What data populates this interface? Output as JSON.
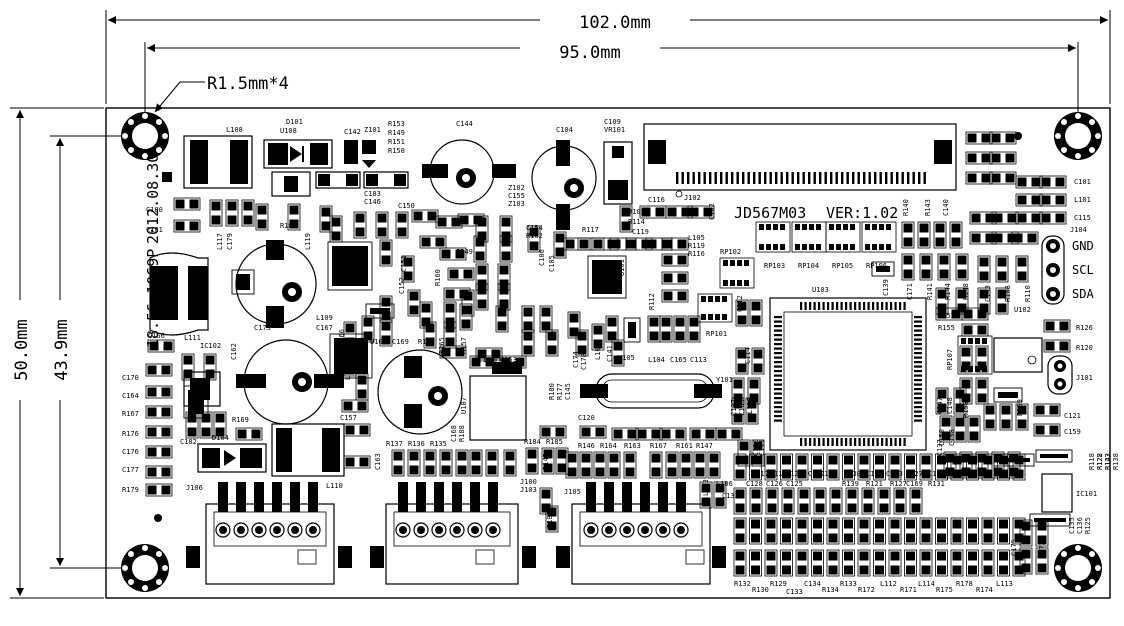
{
  "dimensions": {
    "width_total": "102.0mm",
    "width_holes": "95.0mm",
    "hole_radius": "R1.5mm*4",
    "height_total": "50.0mm",
    "height_holes": "43.9mm"
  },
  "board": {
    "model": "JD567M03",
    "version": "VER:1.02",
    "part_number": "18.56.1069P",
    "date": "2012.08.30"
  },
  "pins": {
    "gnd": "GND",
    "scl": "SCL",
    "sda": "SDA"
  },
  "components": {
    "L108": "L108",
    "D101": "D101",
    "U108": "U108",
    "C142": "C142",
    "Z101": "Z101",
    "R153": "R153",
    "R149": "R149",
    "R151": "R151",
    "R150": "R150",
    "C144": "C144",
    "C104": "C104",
    "C109": "C109",
    "VR101": "VR101",
    "C180": "C180",
    "C181": "C181",
    "R182": "R182",
    "C183": "C183",
    "C146": "C146",
    "C150": "C150",
    "Z102": "Z102",
    "C155": "C155",
    "Z103": "Z103",
    "C116": "C116",
    "C102": "C102",
    "J102": "J102",
    "C154": "C154",
    "R162": "R162",
    "R105": "R105",
    "R114": "R114",
    "R117": "R117",
    "C119": "C119",
    "L105": "L105",
    "R119": "R119",
    "R116": "R116",
    "RP102": "RP102",
    "RP103": "RP103",
    "RP104": "RP104",
    "RP105": "RP105",
    "RP106": "RP106",
    "R140": "R140",
    "R143": "R143",
    "C140": "C140",
    "C101": "C101",
    "L101": "L101",
    "C115": "C115",
    "J104": "J104",
    "U103": "U103",
    "C139": "C139",
    "C171": "C171",
    "R141": "R141",
    "R144": "R144",
    "R148": "R148",
    "C143": "C143",
    "R108": "R108",
    "R110": "R110",
    "L111": "L111",
    "C173": "C173",
    "C167": "C167",
    "L109": "L109",
    "C166": "C166",
    "IC102": "IC102",
    "C162": "C162",
    "R166": "R166",
    "U106": "U106",
    "C169": "C169",
    "C170": "C170",
    "R170": "R170",
    "C164": "C164",
    "R167": "R167",
    "R176": "R176",
    "C176": "C176",
    "C177": "C177",
    "R179": "R179",
    "C182": "C182",
    "D104": "D104",
    "R169": "R169",
    "L116": "L116",
    "C157": "C157",
    "R165": "R165",
    "R157": "R157",
    "C160": "C160",
    "C153": "C153",
    "C178": "C178",
    "L102": "L102",
    "C141": "C141",
    "C174": "C174",
    "U105": "U105",
    "L104": "L104",
    "C165": "C165",
    "C113": "C113",
    "R112": "R112",
    "RP101": "RP101",
    "C112": "C112",
    "C114": "C114",
    "R152": "R152",
    "R155": "R155",
    "RP107": "RP107",
    "U102": "U102",
    "R126": "R126",
    "R120": "R120",
    "J101": "J101",
    "C147": "C147",
    "C148": "C148",
    "R158": "R158",
    "R159": "R159",
    "C121": "C121",
    "C159": "C159",
    "C150b": "C150",
    "C158": "C158",
    "Y101": "Y101",
    "C107": "C107",
    "C103": "C103",
    "L118": "L118",
    "C120": "C120",
    "R146": "R146",
    "R164": "R164",
    "R163": "R163",
    "R167b": "R167",
    "R161": "R161",
    "R147": "R147",
    "R180": "R180",
    "R177": "R177",
    "C145": "C145",
    "U107": "U107",
    "R137": "R137",
    "R136": "R136",
    "R135": "R135",
    "C168": "C168",
    "R188": "R188",
    "R184": "R184",
    "R185": "R185",
    "C163": "C163",
    "J106": "J106",
    "L110": "L110",
    "J103": "J103",
    "J100": "J100",
    "J105": "J105",
    "R145": "R145",
    "R186": "R186",
    "L103": "L103",
    "L106": "L106",
    "C132": "C132",
    "C110": "C110",
    "C111": "C111",
    "C117": "C117",
    "C118": "C118",
    "C124": "C124",
    "C131": "C131",
    "C130": "C130",
    "C138": "C138",
    "C122": "C122",
    "C123": "C123",
    "C127": "C127",
    "C129": "C129",
    "C128": "C128",
    "C126": "C126",
    "C125": "C125",
    "R139": "R139",
    "R121": "R121",
    "R127": "R127",
    "C169b": "C169",
    "R131": "R131",
    "C137": "C137",
    "R128": "R128",
    "R142": "R142",
    "R138": "R138",
    "IC101": "IC101",
    "R118": "R118",
    "R122": "R122",
    "R123": "R123",
    "C175": "C175",
    "R173": "R173",
    "R132": "R132",
    "R130": "R130",
    "R129": "R129",
    "C133": "C133",
    "C134": "C134",
    "R134": "R134",
    "R133": "R133",
    "R172": "R172",
    "L112": "L112",
    "R171": "R171",
    "L114": "L114",
    "R175": "R175",
    "R178": "R178",
    "R174": "R174",
    "L113": "L113",
    "C135": "C135",
    "C136": "C136",
    "R125": "R125",
    "C152": "C152",
    "C151": "C151",
    "C149": "C149",
    "R160": "R160",
    "L117": "L117",
    "C179": "C179",
    "L119": "L119",
    "U101": "U101",
    "C106": "C106",
    "C105": "C105"
  }
}
